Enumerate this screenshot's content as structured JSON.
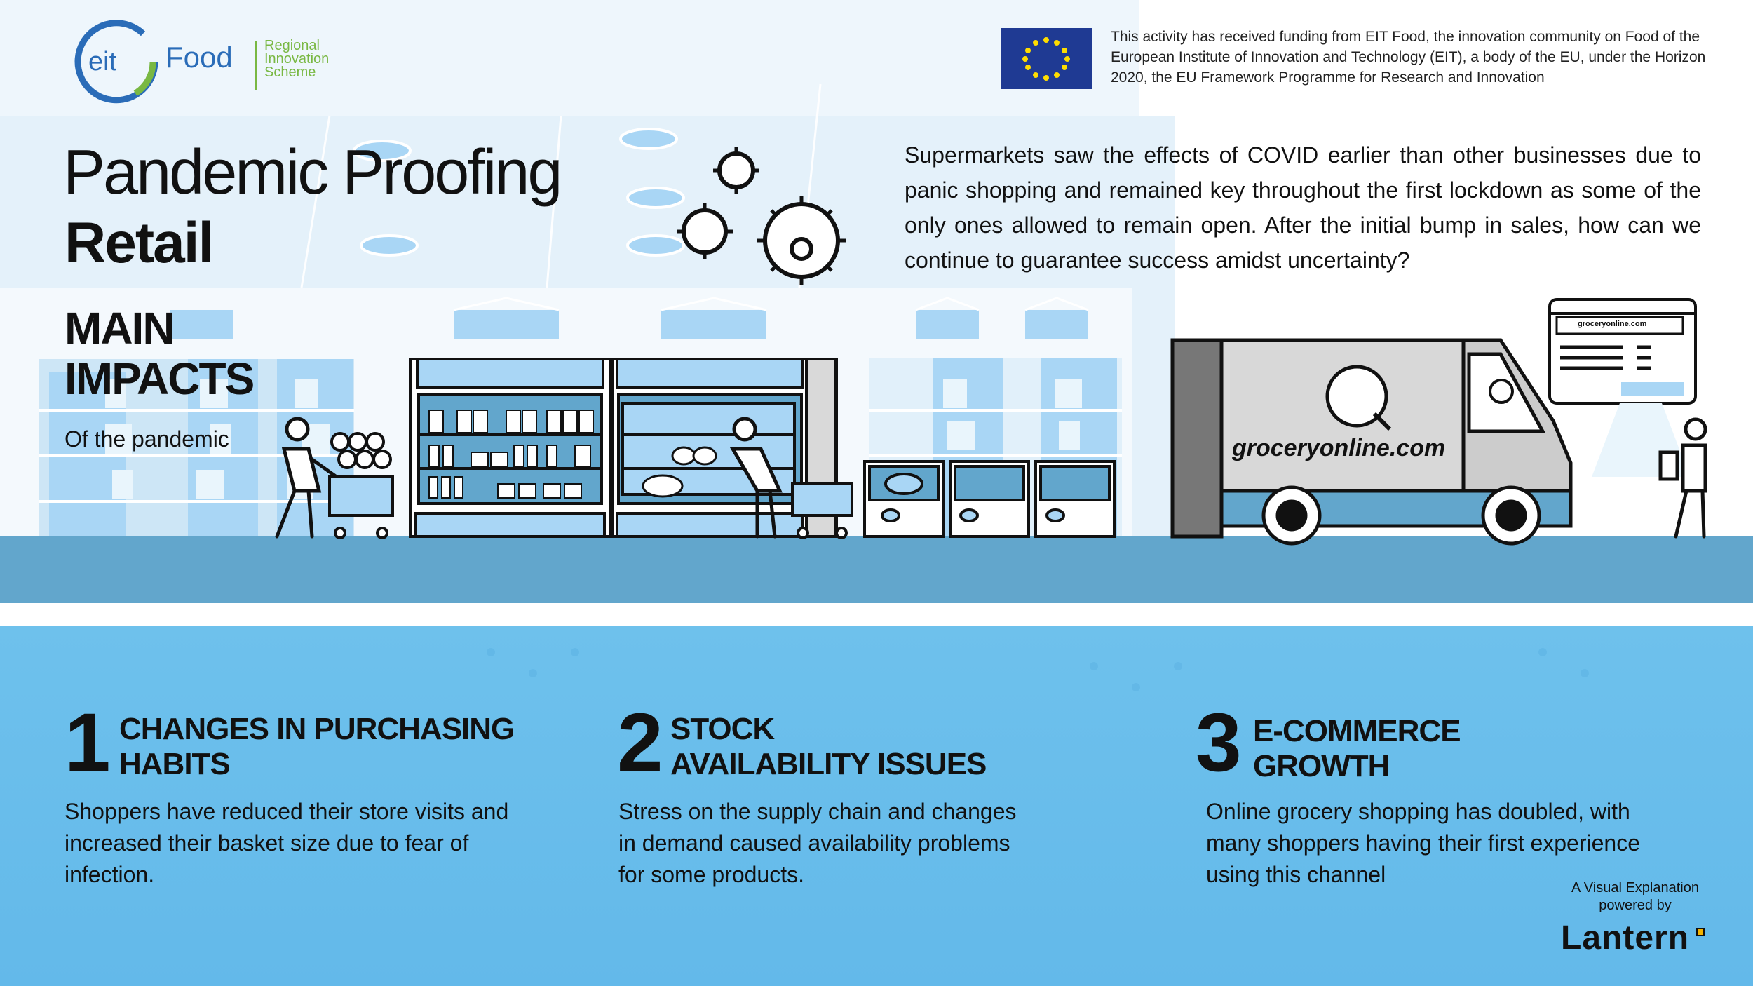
{
  "header": {
    "logo_text": "eit",
    "logo_food": "Food",
    "logo_scheme": "Regional\nInnovation\nScheme",
    "funding_text": "This activity has received funding from EIT Food, the innovation community on Food of the European Institute of Innovation and Technology (EIT), a body of the EU, under the Horizon 2020, the EU Framework Programme for Research and Innovation"
  },
  "title": {
    "line1": "Pandemic Proofing",
    "line2": "Retail"
  },
  "section": {
    "heading_line1": "MAIN",
    "heading_line2": "IMPACTS",
    "subheading": "Of the pandemic"
  },
  "intro": "Supermarkets saw the effects of COVID earlier than other businesses due to panic shopping and remained key throughout the first lockdown as some of the only ones allowed to remain open. After the initial bump in sales, how can we continue to guarantee success amidst uncertainty?",
  "scene": {
    "van_label": "groceryonline.com",
    "browser_url": "groceryonline.com"
  },
  "points": [
    {
      "number": "1",
      "heading_line1": "CHANGES IN PURCHASING",
      "heading_line2": "HABITS",
      "body": "Shoppers have reduced their store visits and increased their basket size due to fear of infection."
    },
    {
      "number": "2",
      "heading_line1": "STOCK",
      "heading_line2": "AVAILABILITY ISSUES",
      "body": "Stress on the supply chain and changes in demand caused availability problems for some products."
    },
    {
      "number": "3",
      "heading_line1": "E-COMMERCE",
      "heading_line2": "GROWTH",
      "body": "Online grocery shopping has doubled, with many shoppers having their first experience using this channel"
    }
  ],
  "credit": {
    "line1": "A Visual Explanation",
    "line2": "powered by",
    "brand": "Lantern"
  },
  "colors": {
    "accent_blue": "#62a6cc",
    "band_blue": "#6ec1ec",
    "shelf_blue": "#a9d6f5",
    "eu_blue": "#1f3a93",
    "eu_star": "#ffdd00",
    "eit_green": "#79b843",
    "eit_blue": "#2a6cb8"
  }
}
